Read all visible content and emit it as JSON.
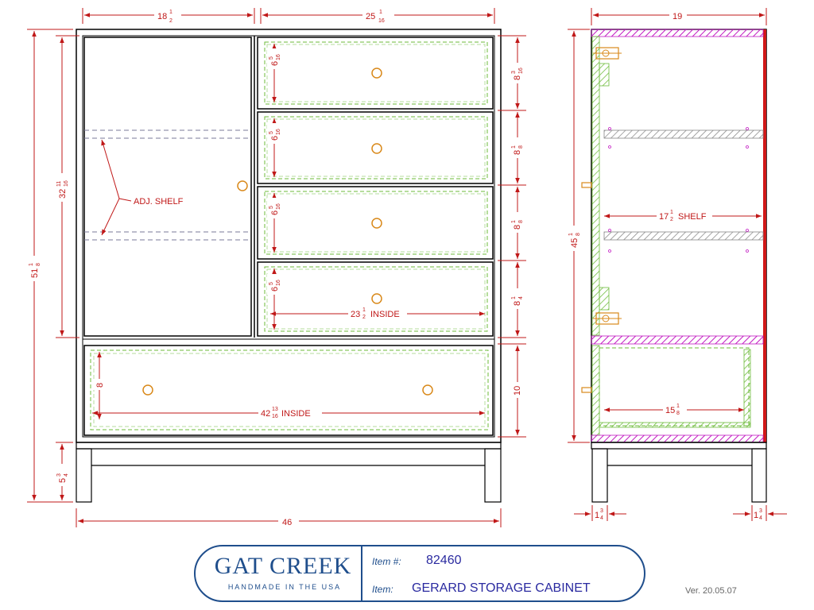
{
  "dimensions": {
    "top_left_width": "18",
    "top_left_width_frac": [
      "1",
      "2"
    ],
    "top_right_width": "25",
    "top_right_width_frac": [
      "1",
      "16"
    ],
    "side_depth": "19",
    "overall_width": "46",
    "overall_height": "51",
    "overall_height_frac": [
      "1",
      "8"
    ],
    "door_height": "32",
    "door_height_frac": [
      "11",
      "16"
    ],
    "leg_height": "5",
    "leg_height_frac": [
      "3",
      "4"
    ],
    "drawer_heights": [
      {
        "whole": "8",
        "num": "3",
        "den": "16"
      },
      {
        "whole": "8",
        "num": "1",
        "den": "8"
      },
      {
        "whole": "8",
        "num": "1",
        "den": "8"
      },
      {
        "whole": "8",
        "num": "1",
        "den": "4"
      }
    ],
    "drawer_inside_heights": [
      {
        "whole": "6",
        "num": "5",
        "den": "16"
      },
      {
        "whole": "6",
        "num": "5",
        "den": "16"
      },
      {
        "whole": "6",
        "num": "5",
        "den": "16"
      },
      {
        "whole": "6",
        "num": "5",
        "den": "16"
      }
    ],
    "bottom_drawer_height": "10",
    "bottom_drawer_inside": "8",
    "small_drawer_inside": "23",
    "small_drawer_inside_frac": [
      "1",
      "2"
    ],
    "small_drawer_inside_label": "INSIDE",
    "large_drawer_inside": "42",
    "large_drawer_inside_frac": [
      "13",
      "16"
    ],
    "large_drawer_inside_label": "INSIDE",
    "side_height": "45",
    "side_height_frac": [
      "1",
      "8"
    ],
    "shelf_depth": "17",
    "shelf_depth_frac": [
      "1",
      "2"
    ],
    "shelf_label": "SHELF",
    "side_drawer_depth": "15",
    "side_drawer_depth_frac": [
      "1",
      "8"
    ],
    "leg_thickness_left": "1",
    "leg_thickness_left_frac": [
      "3",
      "4"
    ],
    "leg_thickness_right": "1",
    "leg_thickness_right_frac": [
      "3",
      "4"
    ]
  },
  "annotations": {
    "adj_shelf": "ADJ. SHELF"
  },
  "title_block": {
    "brand": "GAT CREEK",
    "tagline": "HANDMADE IN THE USA",
    "item_no_label": "Item #:",
    "item_no_value": "82460",
    "item_label": "Item:",
    "item_value": "GERARD STORAGE CABINET"
  },
  "version": "Ver. 20.05.07",
  "colors": {
    "dimension": "#c01818",
    "outline": "#000000",
    "hidden_green": "#6dbb3a",
    "knob": "#d9891a",
    "hatch_magenta": "#c21ac2",
    "brand_blue": "#1f4e8c"
  }
}
